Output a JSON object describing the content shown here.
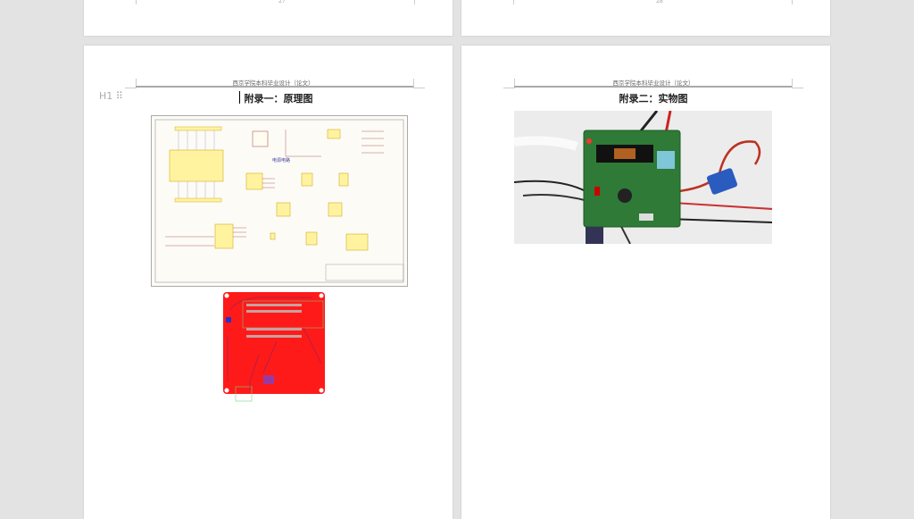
{
  "pages": [
    {
      "page_number": "27"
    },
    {
      "page_number": "28"
    }
  ],
  "left_page": {
    "header": "西京学院本科毕业设计（论文）",
    "heading_marker": "H1",
    "title": "附录一：原理图",
    "schematic_label": "电源电路"
  },
  "right_page": {
    "header": "西京学院本科毕业设计（论文）",
    "title": "附录二：实物图"
  }
}
